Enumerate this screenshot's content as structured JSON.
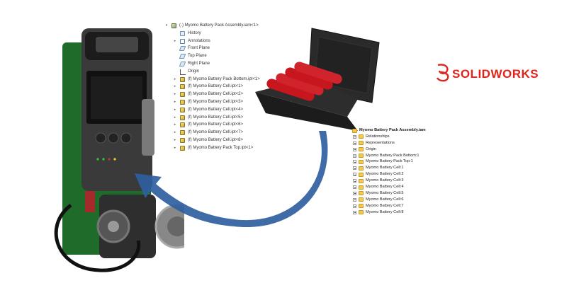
{
  "feature_tree": {
    "items": [
      {
        "label": "(-) Myomo Battery Pack Assembly.iam<1>",
        "icon": "assembly-icon",
        "expander": "▾",
        "indent": 0
      },
      {
        "label": "History",
        "icon": "history-icon",
        "expander": "",
        "indent": 1
      },
      {
        "label": "Annotations",
        "icon": "annotations-icon",
        "expander": "▸",
        "indent": 1
      },
      {
        "label": "Front Plane",
        "icon": "plane-icon",
        "expander": "",
        "indent": 1
      },
      {
        "label": "Top Plane",
        "icon": "plane-icon",
        "expander": "",
        "indent": 1
      },
      {
        "label": "Right Plane",
        "icon": "plane-icon",
        "expander": "",
        "indent": 1
      },
      {
        "label": "Origin",
        "icon": "origin-icon",
        "expander": "",
        "indent": 1
      },
      {
        "label": "(f) Myomo Battery Pack Bottom.ipt<1>",
        "icon": "part-icon",
        "expander": "▸",
        "indent": 1
      },
      {
        "label": "(f) Myomo Battery Cell.ipt<1>",
        "icon": "part-icon",
        "expander": "▸",
        "indent": 1
      },
      {
        "label": "(f) Myomo Battery Cell.ipt<2>",
        "icon": "part-icon",
        "expander": "▸",
        "indent": 1
      },
      {
        "label": "(f) Myomo Battery Cell.ipt<3>",
        "icon": "part-icon",
        "expander": "▸",
        "indent": 1
      },
      {
        "label": "(f) Myomo Battery Cell.ipt<4>",
        "icon": "part-icon",
        "expander": "▸",
        "indent": 1
      },
      {
        "label": "(f) Myomo Battery Cell.ipt<5>",
        "icon": "part-icon",
        "expander": "▸",
        "indent": 1
      },
      {
        "label": "(f) Myomo Battery Cell.ipt<6>",
        "icon": "part-icon",
        "expander": "▸",
        "indent": 1
      },
      {
        "label": "(f) Myomo Battery Cell.ipt<7>",
        "icon": "part-icon",
        "expander": "▸",
        "indent": 1
      },
      {
        "label": "(f) Myomo Battery Cell.ipt<8>",
        "icon": "part-icon",
        "expander": "▸",
        "indent": 1
      },
      {
        "label": "(f) Myomo Battery Pack Top.ipt<1>",
        "icon": "part-icon",
        "expander": "▸",
        "indent": 1
      }
    ]
  },
  "explorer_tree": {
    "title": "Myomo Battery Pack Assembly.iam",
    "items": [
      "Relationships",
      "Representations",
      "Origin",
      "Myomo Battery Pack Bottom:1",
      "Myomo Battery Pack Top:1",
      "Myomo Battery Cell:1",
      "Myomo Battery Cell:2",
      "Myomo Battery Cell:3",
      "Myomo Battery Cell:4",
      "Myomo Battery Cell:5",
      "Myomo Battery Cell:6",
      "Myomo Battery Cell:7",
      "Myomo Battery Cell:8"
    ]
  },
  "logo": {
    "text": "SOLIDWORKS",
    "color": "#e2231a"
  },
  "colors": {
    "arrow": "#2f5f9e",
    "battery_cell": "#c8161e",
    "case": "#2a2a2a",
    "pcb": "#1f6b2a"
  }
}
